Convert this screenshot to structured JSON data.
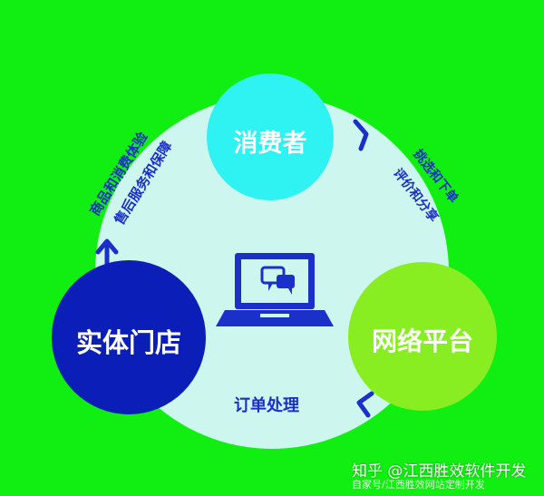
{
  "nodes": {
    "consumer": {
      "label": "消费者",
      "color": "#2ff2f2"
    },
    "store": {
      "label": "实体门店",
      "color": "#0b1fb8"
    },
    "platform": {
      "label": "网络平台",
      "color": "#88ee22"
    }
  },
  "flows": {
    "store_to_consumer_line1": "商品和消费体验",
    "store_to_consumer_line2": "售后服务和保障",
    "consumer_to_platform_line1": "挑选和下单",
    "consumer_to_platform_line2": "评价和分享",
    "platform_to_store": "订单处理"
  },
  "center_icon": "laptop-chat-icon",
  "watermark": {
    "main": "知乎 @江西胜效软件开发",
    "sub": "自家号/江西胜效网站定制开发"
  },
  "colors": {
    "background": "#11ee11",
    "hub_circle": "#ccf6ee",
    "arrow": "#1b2fc9",
    "text_blue": "#1b2fc9"
  }
}
